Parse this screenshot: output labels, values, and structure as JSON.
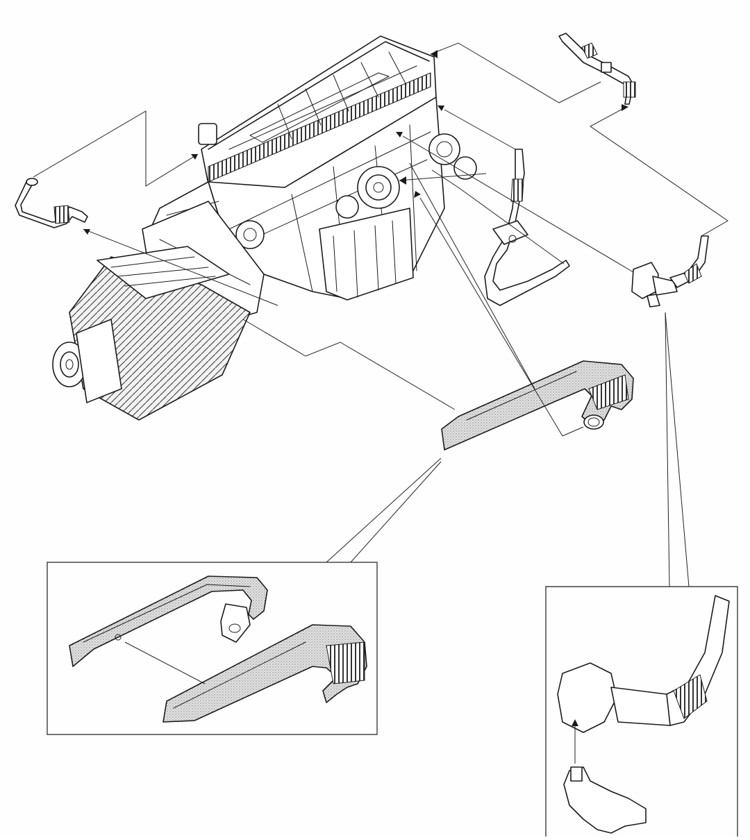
{
  "diagram": {
    "components": [
      {
        "id": "engine-transmission-assembly",
        "icon": "engine-block-icon"
      },
      {
        "id": "breather-pipe-upper-right",
        "icon": "pipe-icon"
      },
      {
        "id": "breather-pipe-left",
        "icon": "pipe-icon"
      },
      {
        "id": "breather-hose-center",
        "icon": "hose-icon"
      },
      {
        "id": "oil-separator-valve",
        "icon": "valve-icon"
      },
      {
        "id": "intake-air-duct",
        "icon": "duct-icon"
      }
    ],
    "detail_panels": [
      {
        "id": "duct-exploded-detail"
      },
      {
        "id": "valve-connector-detail"
      }
    ],
    "colors": {
      "ink": "#1a1a1a",
      "paper": "#fefefe",
      "shading": "#9a9a9a"
    }
  }
}
